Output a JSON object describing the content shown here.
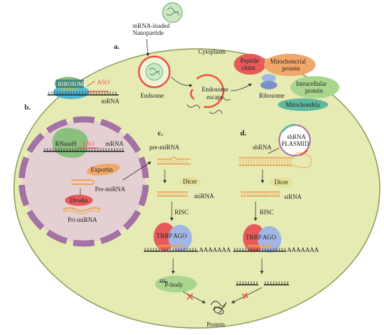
{
  "nanoparticle": {
    "line1": "mRNA-loaded",
    "line2": "Nanopartide"
  },
  "panels": {
    "a": "a.",
    "b": "b.",
    "c": "c.",
    "d": "d."
  },
  "panel_a": {
    "endosome": "Endsome",
    "cytoplasm": "Cytoplasm",
    "escape_line1": "Endosome",
    "escape_line2": "escape",
    "peptide_line1": "Peptide",
    "peptide_line2": "chain",
    "mito_protein_line1": "Mitochoncrial",
    "mito_protein_line2": "protein",
    "intracellular_line1": "Intracellular",
    "intracellular_line2": "protein",
    "ribosome": "Ribosome",
    "mitochondria": "Mitochondria"
  },
  "panel_b": {
    "ribosome": "RIBOSOME",
    "aso_top": "ASO",
    "mrna_top": "mRNA",
    "rnaseh": "RNaseH",
    "aso_nuc": "ASO",
    "mrna_nuc": "mRNA",
    "exportin": "Exportin",
    "pre_mirna": "Pre-miRNA",
    "drosha": "Drosha",
    "pri_mirna": "Pri-miRNA"
  },
  "panel_c": {
    "pre_mirna": "pre-miRNA",
    "dicer": "Dicer",
    "mirna": "miRNA",
    "risc": "RISC",
    "trbp": "TRBP",
    "ago": "AGO",
    "polya": "AAAAAAA",
    "pbody": "P-body"
  },
  "panel_d": {
    "shrna_plasmid_line1": "shRNA",
    "shrna_plasmid_line2": "PLASMID",
    "shrna": "shRNA",
    "dicer": "Dicer",
    "sirna": "siRNA",
    "risc": "RISC",
    "trbp": "TRBP",
    "ago": "AGO",
    "polya": "AAAAAAA"
  },
  "protein": "Protein",
  "colors": {
    "cell": "#e6eab3",
    "nucleus": "#e4d0d2",
    "membrane": "#a572a6",
    "endosome": "#e8553e",
    "green_particle": "#cfe6c9",
    "red_pill": "#e85a5a",
    "orange_pill": "#f0a76a",
    "green_pill": "#a9d68f",
    "teal_pill": "#5fb79e",
    "blue_ago": "#a3b6e3",
    "ribosome_blue": "#54b7d3",
    "rnaseh": "#8bbf7f",
    "mrna_orange": "#f0a24f",
    "yellow_dicer": "#e6e29a"
  }
}
